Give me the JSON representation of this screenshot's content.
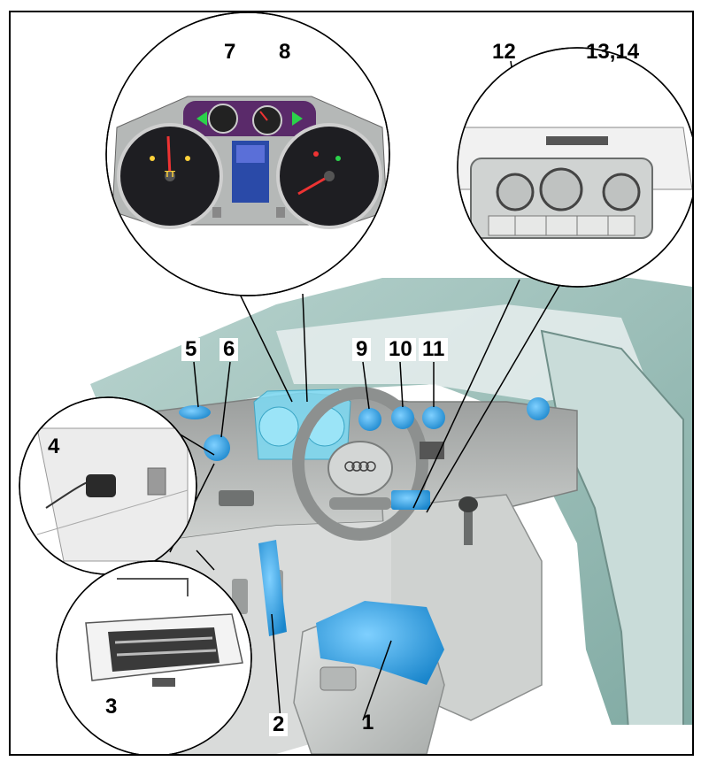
{
  "callouts": [
    {
      "id": "c1",
      "label": "1"
    },
    {
      "id": "c2",
      "label": "2"
    },
    {
      "id": "c3",
      "label": "3"
    },
    {
      "id": "c4",
      "label": "4"
    },
    {
      "id": "c5",
      "label": "5"
    },
    {
      "id": "c6",
      "label": "6"
    },
    {
      "id": "c7",
      "label": "7"
    },
    {
      "id": "c8",
      "label": "8"
    },
    {
      "id": "c9",
      "label": "9"
    },
    {
      "id": "c10",
      "label": "10"
    },
    {
      "id": "c11",
      "label": "11"
    },
    {
      "id": "c12",
      "label": "12"
    },
    {
      "id": "c13",
      "label": "13,14"
    }
  ],
  "cluster_badge": "TT",
  "steering_logo": "audi-rings",
  "colors": {
    "highlight": "#2fa6e6",
    "highlight_dark": "#1a7fc0",
    "car_body": "#8fb8b2",
    "interior": "#c9ccca",
    "cluster_face": "#1e1e22",
    "cluster_accent": "#5a2a6a"
  }
}
